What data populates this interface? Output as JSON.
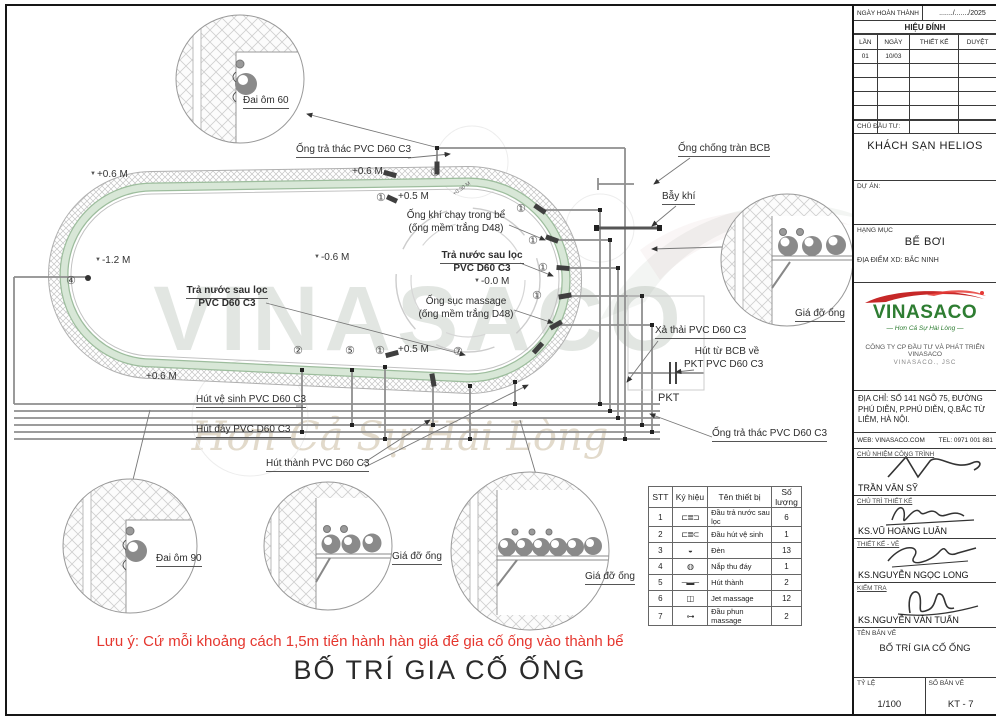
{
  "colors": {
    "note_red": "#e5372f",
    "logo_green": "#2e7d32",
    "logo_red": "#c62828",
    "pool_band_green": "#d8e7d7"
  },
  "icons": {
    "elevation_marker": "▼"
  },
  "watermark": {
    "text": "VINASACO",
    "tagline": "Hơn Cả Sự Hài Lòng"
  },
  "main_title": "BỐ TRÍ GIA CỐ ỐNG",
  "note": "Lưu ý: Cứ mỗi khoảng cách 1,5m tiến hành hàn giá để gia cố ống vào thành bể",
  "ann": {
    "ong_tra_thac_top": "Ống trả thác PVC D60 C3",
    "ong_chong_tran": "Ống chống tràn BCB",
    "bay_khi": "Bẫy khí",
    "ong_khi_1": "Ống khí chạy trong bể",
    "ong_khi_2": "(ống mềm trắng D48)",
    "tra_nuoc_r1": "Trả nước sau lọc",
    "tra_nuoc_r2": "PVC D60 C3",
    "suc_1": "Ống sục massage",
    "suc_2": "(ống mềm trắng D48)",
    "xa_thai": "Xả thải PVC D60 C3",
    "hut_bcb_1": "Hút từ BCB về",
    "hut_bcb_2": "PKT PVC D60 C3",
    "pkt": "PKT",
    "ong_tra_thac_bot": "Ống trả thác PVC D60 C3",
    "tra_nuoc_l1": "Trả nước sau lọc",
    "tra_nuoc_l2": "PVC D60 C3",
    "hut_ve_sinh": "Hút vệ sinh PVC D60 C3",
    "hut_day": "Hút đáy PVC D60 C3",
    "hut_thanh": "Hút thành PVC D60 C3",
    "dai_om_60": "Đai ôm 60",
    "dai_om_90": "Đai ôm 90",
    "gia_do_ong": "Giá đỡ ống",
    "elev_p06": "+0.6 M",
    "elev_m12": "-1.2 M",
    "elev_m06": "-0.6 M",
    "elev_p05": "+0.5 M",
    "elev_zero": "-0.0 M",
    "elev_small": "+0.30 M",
    "m1": "①",
    "m2": "②",
    "m4": "④",
    "m5": "⑤",
    "m7": "⑦"
  },
  "equipment_table": {
    "headers": [
      "STT",
      "Ký hiệu",
      "Tên thiết bị",
      "Số lượng"
    ],
    "rows": [
      {
        "stt": "1",
        "symbol": "⊏≣⊐",
        "name": "Đầu trả nước sau lọc",
        "qty": "6"
      },
      {
        "stt": "2",
        "symbol": "⊏≣⊂",
        "name": "Đầu hút vệ sinh",
        "qty": "1"
      },
      {
        "stt": "3",
        "symbol": "◒",
        "name": "Đèn",
        "qty": "13"
      },
      {
        "stt": "4",
        "symbol": "◍",
        "name": "Nắp thu đáy",
        "qty": "1"
      },
      {
        "stt": "5",
        "symbol": "─▬─",
        "name": "Hút thành",
        "qty": "2"
      },
      {
        "stt": "6",
        "symbol": "◫",
        "name": "Jet massage",
        "qty": "12"
      },
      {
        "stt": "7",
        "symbol": "⊶",
        "name": "Đầu phun massage",
        "qty": "2"
      }
    ]
  },
  "title_block": {
    "date_label": "NGÀY HOÀN THÀNH",
    "date_value": "......./......./2025",
    "revision_title": "HIỆU ĐÍNH",
    "revision_cols": [
      "LẦN",
      "NGÀY",
      "THIẾT KẾ",
      "DUYỆT"
    ],
    "revision_rows": [
      [
        "01",
        "10/03",
        "",
        ""
      ]
    ],
    "investor_label": "CHỦ ĐẦU TƯ:",
    "investor": "KHÁCH SẠN HELIOS",
    "project_label": "DỰ ÁN:",
    "category_label": "HẠNG MỤC",
    "category": "BỂ BƠI",
    "location": "ĐỊA ĐIỂM XD: BẮC NINH",
    "logo_text": "VINASACO",
    "logo_tagline": "— Hơn Cả Sự Hài Lòng —",
    "company_line1": "CÔNG TY CP ĐẦU TƯ VÀ PHÁT TRIỂN VINASACO",
    "company_line2": "VINASACO., JSC",
    "address": "ĐỊA CHỈ: SỐ 141 NGÕ 75, ĐƯỜNG PHÚ DIỄN, P.PHÚ DIỄN, Q.BẮC TỪ LIÊM, HÀ NỘI.",
    "web": "WEB: VINASACO.COM",
    "tel": "TEL: 0971 001 881",
    "signatures": [
      {
        "role": "CHỦ NHIỆM CÔNG TRÌNH",
        "name": "TRẦN VĂN SỸ"
      },
      {
        "role": "CHỦ TRÌ THIẾT KẾ",
        "name": "KS.VŨ HOÀNG LUÂN"
      },
      {
        "role": "THIẾT KẾ - VẼ",
        "name": "KS.NGUYỄN NGỌC LONG"
      },
      {
        "role": "KIỂM TRA",
        "name": "KS.NGUYỄN VĂN TUẤN"
      }
    ],
    "drawing_name_label": "TÊN BẢN VẼ",
    "drawing_name": "BỐ TRÍ GIA CỐ ỐNG",
    "scale_label": "TỶ LỆ",
    "scale": "1/100",
    "number_label": "SỐ BẢN VẼ",
    "number": "KT - 7"
  }
}
